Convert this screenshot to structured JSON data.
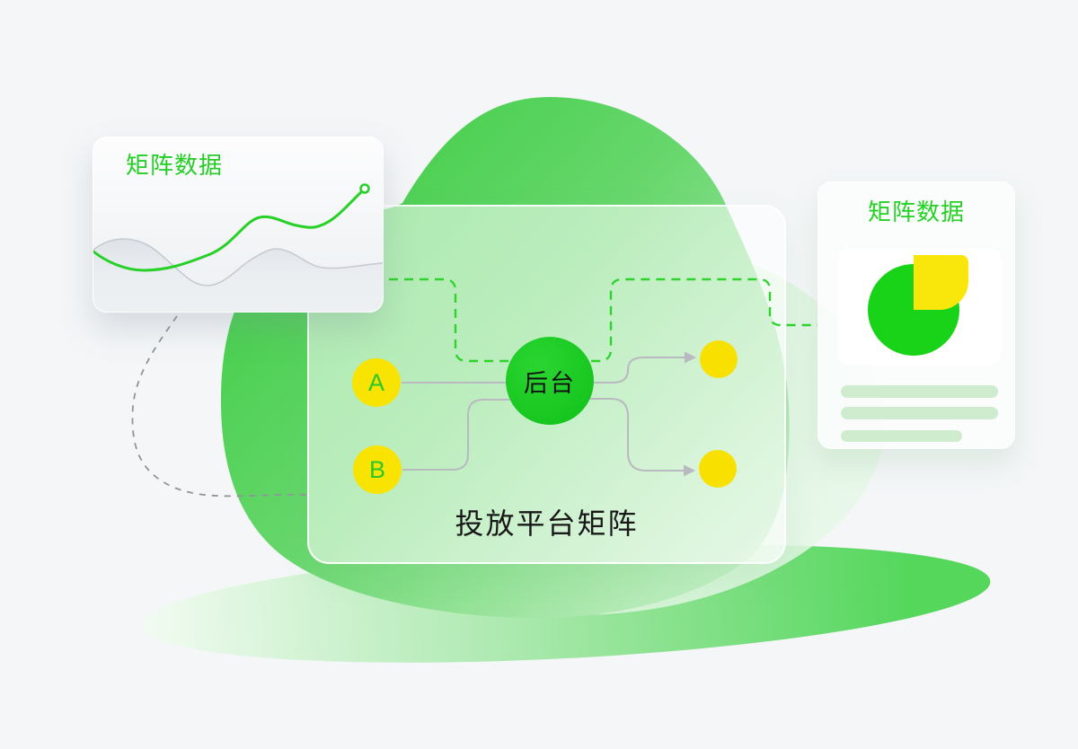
{
  "cards": {
    "left": {
      "title": "矩阵数据"
    },
    "right": {
      "title": "矩阵数据"
    }
  },
  "flow": {
    "source_a": "A",
    "source_b": "B",
    "hub": "后台",
    "caption": "投放平台矩阵"
  },
  "colors": {
    "accent_green": "#24ce24",
    "node_yellow": "#f8e303",
    "hub_green": "#1bc923",
    "pie_green": "#19d319",
    "pie_yellow": "#f9e60a",
    "dashed_route_green": "#2ed32e",
    "connector_gray": "#b8babf",
    "background": "#f4f6f8"
  },
  "chart_data": [
    {
      "type": "line",
      "title": "矩阵数据",
      "legend": false,
      "axes_visible": false,
      "series": [
        {
          "name": "green-trend",
          "color": "#27d127",
          "values": [
            35,
            28,
            26,
            30,
            42,
            55,
            58,
            57,
            54,
            55,
            65,
            74
          ]
        },
        {
          "name": "gray-trend-area",
          "color": "#c6cad1",
          "values": [
            36,
            41,
            35,
            25,
            17,
            23,
            31,
            36,
            29,
            27,
            28,
            28
          ]
        }
      ],
      "note": "decorative sparkline, endpoint marker on green series"
    },
    {
      "type": "pie",
      "title": "矩阵数据",
      "legend": false,
      "slices": [
        {
          "label": "green",
          "value": 75,
          "color": "#19d319"
        },
        {
          "label": "yellow",
          "value": 25,
          "color": "#f9e60a"
        }
      ]
    },
    {
      "type": "bar",
      "orientation": "horizontal",
      "values": [
        100,
        100,
        77
      ],
      "note": "decorative skeleton bars"
    }
  ]
}
